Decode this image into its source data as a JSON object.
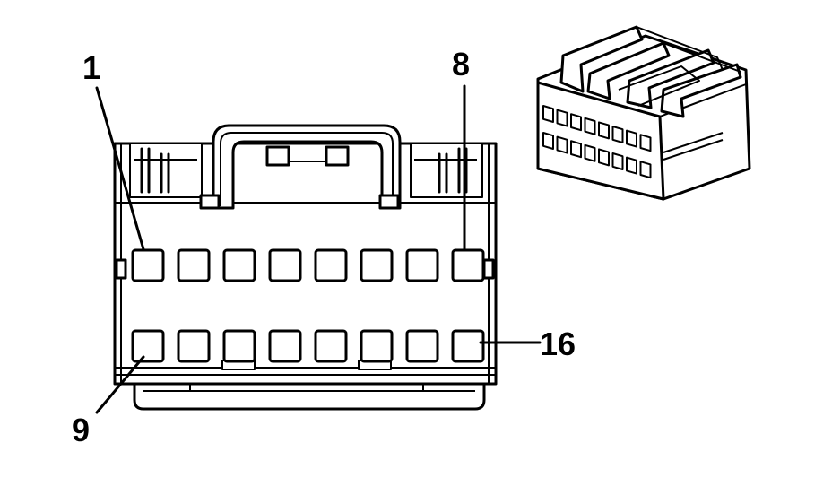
{
  "callouts": {
    "pin_1": "1",
    "pin_8": "8",
    "pin_9": "9",
    "pin_16": "16"
  },
  "connector": {
    "rows": 2,
    "cavities_per_row": 8
  }
}
